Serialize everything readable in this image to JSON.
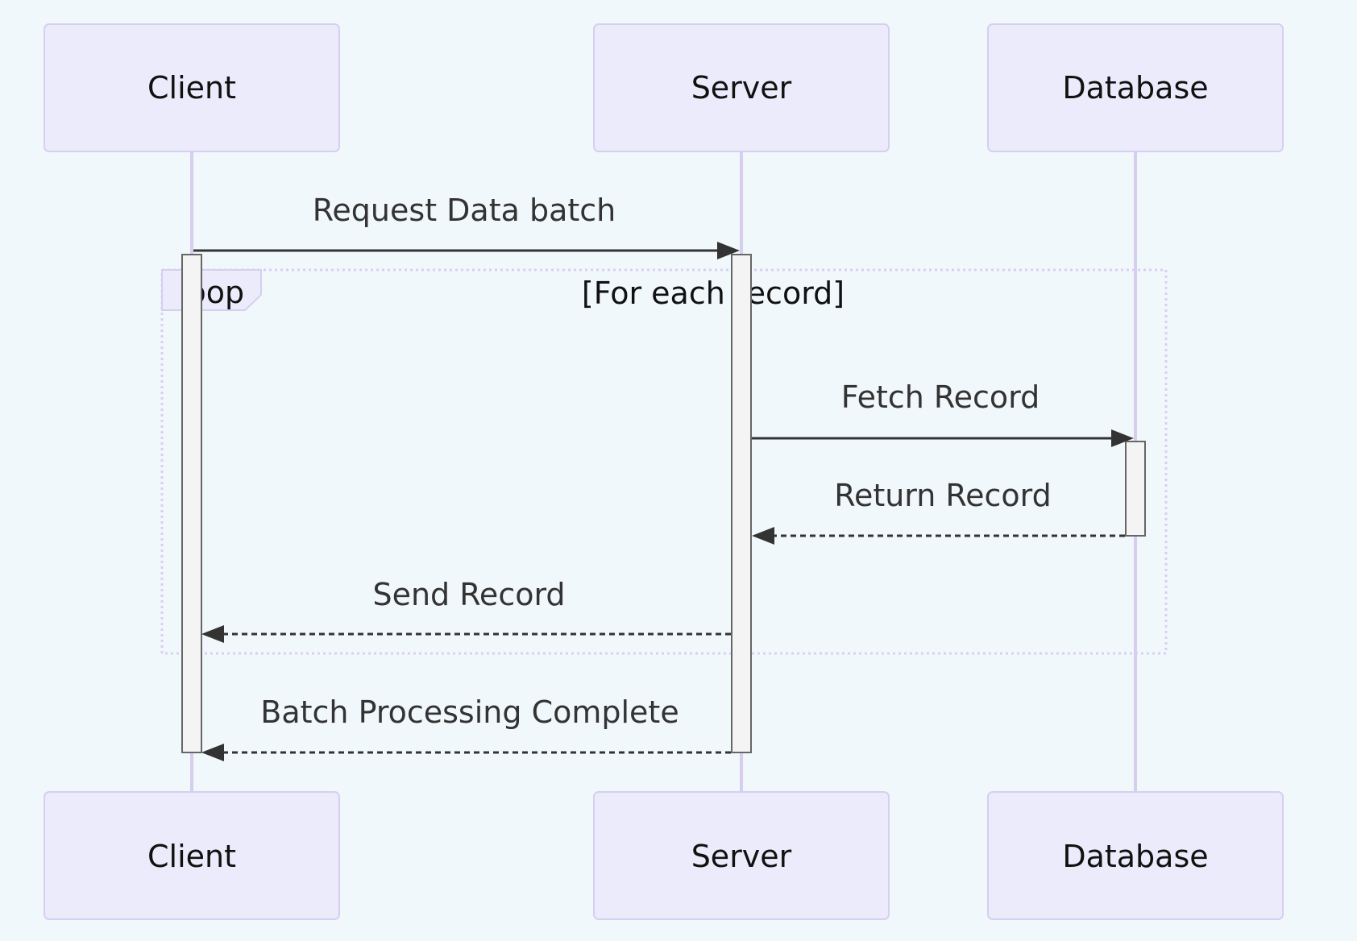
{
  "diagram": {
    "type": "sequence",
    "participants": [
      {
        "id": "client",
        "label": "Client"
      },
      {
        "id": "server",
        "label": "Server"
      },
      {
        "id": "database",
        "label": "Database"
      }
    ],
    "loop": {
      "label": "loop",
      "condition": "[For each record]"
    },
    "messages": [
      {
        "id": "msg-request",
        "from": "client",
        "to": "server",
        "label": "Request Data batch",
        "style": "solid"
      },
      {
        "id": "msg-fetch",
        "from": "server",
        "to": "database",
        "label": "Fetch Record",
        "style": "solid"
      },
      {
        "id": "msg-return",
        "from": "database",
        "to": "server",
        "label": "Return Record",
        "style": "dashed"
      },
      {
        "id": "msg-send",
        "from": "server",
        "to": "client",
        "label": "Send Record",
        "style": "dashed"
      },
      {
        "id": "msg-complete",
        "from": "server",
        "to": "client",
        "label": "Batch Processing Complete",
        "style": "dashed"
      }
    ],
    "colors": {
      "background": "#f1f8fb",
      "actor_fill": "#ecebfb",
      "actor_stroke": "#d6cff0",
      "lifeline": "#d7cdee",
      "message": "#333333",
      "activation_fill": "#f4f4f4",
      "activation_stroke": "#666666"
    }
  }
}
